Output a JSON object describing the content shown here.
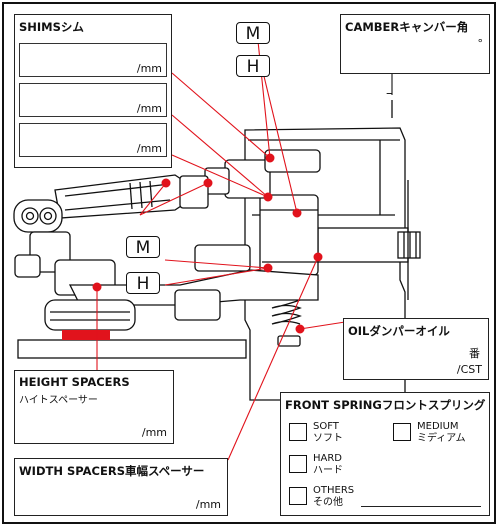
{
  "shims": {
    "label": "SHIMSシム",
    "unit1": "/mm",
    "unit2": "/mm",
    "unit3": "/mm"
  },
  "camber": {
    "label": "CAMBERキャンバー角",
    "unit": "°",
    "dash": "–"
  },
  "mh_top": {
    "m": "M",
    "h": "H"
  },
  "mh_mid": {
    "m": "M",
    "h": "H"
  },
  "oil": {
    "label": "OILダンパーオイル",
    "unit1": "番",
    "unit2": "/CST"
  },
  "height": {
    "label": "HEIGHT SPACERS",
    "sub": "ハイトスペーサー",
    "unit": "/mm"
  },
  "front_spring": {
    "label": "FRONT SPRINGフロントスプリング",
    "soft": "SOFT",
    "soft_jp": "ソフト",
    "medium": "MEDIUM",
    "medium_jp": "ミディアム",
    "hard": "HARD",
    "hard_jp": "ハード",
    "others": "OTHERS",
    "others_jp": "その他"
  },
  "width": {
    "label": "WIDTH SPACERS車幅スペーサー",
    "unit": "/mm"
  }
}
